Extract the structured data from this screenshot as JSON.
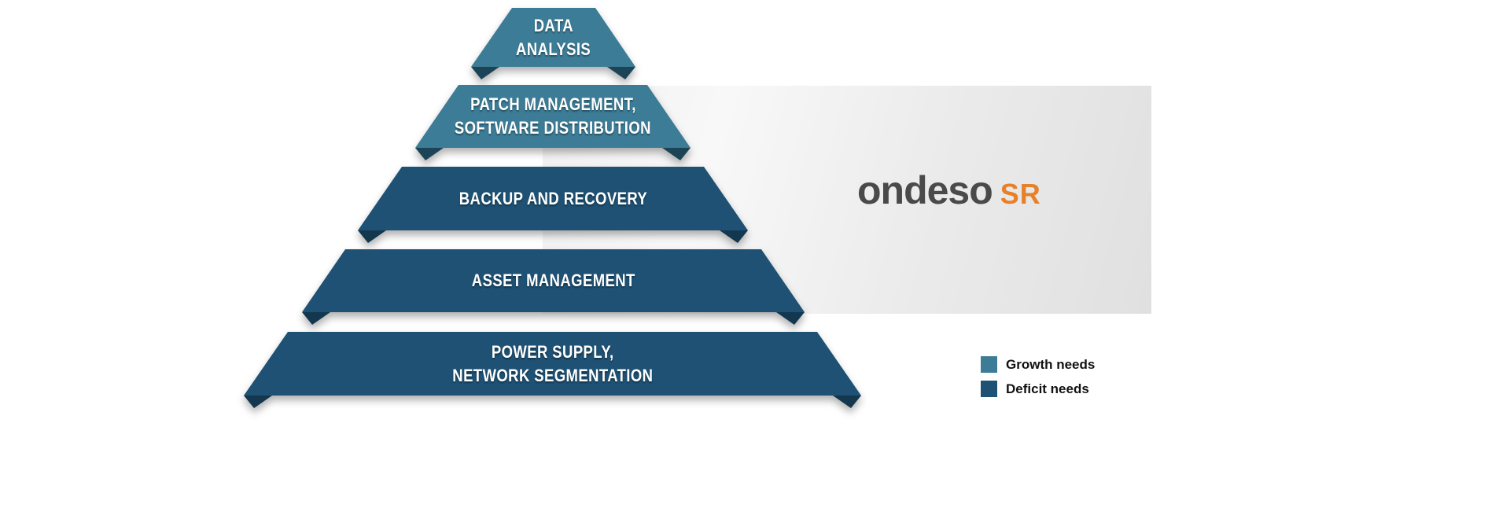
{
  "pyramid": {
    "layers": [
      {
        "name": "data-analysis",
        "lines": [
          "DATA",
          "ANALYSIS"
        ],
        "category": "growth"
      },
      {
        "name": "patch-management-software-distribution",
        "lines": [
          "PATCH MANAGEMENT,",
          "SOFTWARE DISTRIBUTION"
        ],
        "category": "growth"
      },
      {
        "name": "backup-and-recovery",
        "lines": [
          "BACKUP AND RECOVERY"
        ],
        "category": "deficit"
      },
      {
        "name": "asset-management",
        "lines": [
          "ASSET MANAGEMENT"
        ],
        "category": "deficit"
      },
      {
        "name": "power-supply-network-segmentation",
        "lines": [
          "POWER SUPPLY,",
          "NETWORK SEGMENTATION"
        ],
        "category": "deficit"
      }
    ],
    "colors": {
      "growth": "#3C7C96",
      "growth_fold": "#1B4557",
      "deficit": "#1E5173",
      "deficit_fold": "#12374F",
      "label_text": "#FFFFFF"
    }
  },
  "logo": {
    "name": "ondeso",
    "suffix": "SR",
    "name_color": "#4A4A4A",
    "suffix_color": "#E8802A"
  },
  "legend": {
    "items": [
      {
        "label": "Growth needs",
        "color": "#3C7C96"
      },
      {
        "label": "Deficit needs",
        "color": "#1E5173"
      }
    ],
    "text_color": "#121212"
  }
}
